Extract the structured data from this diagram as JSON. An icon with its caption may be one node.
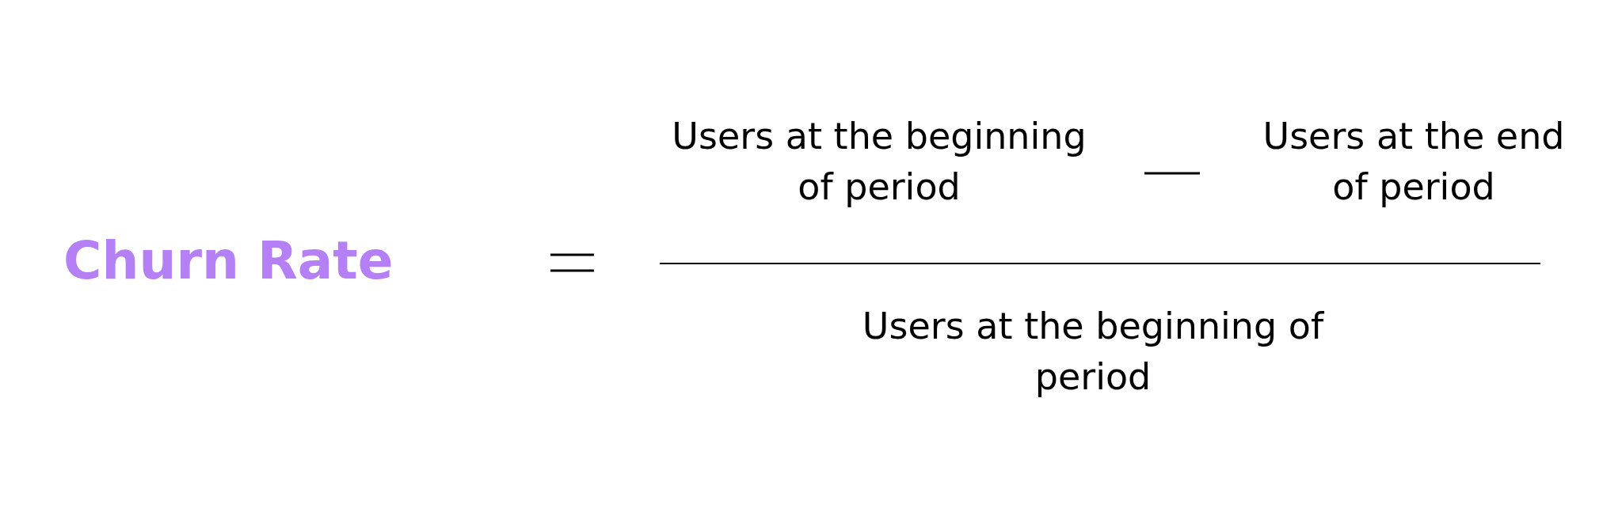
{
  "diagram": {
    "labels": [
      "Churn Rate",
      "Users at the beginning of period",
      "Users at the end of period",
      "Users at the beginning of period"
    ]
  }
}
